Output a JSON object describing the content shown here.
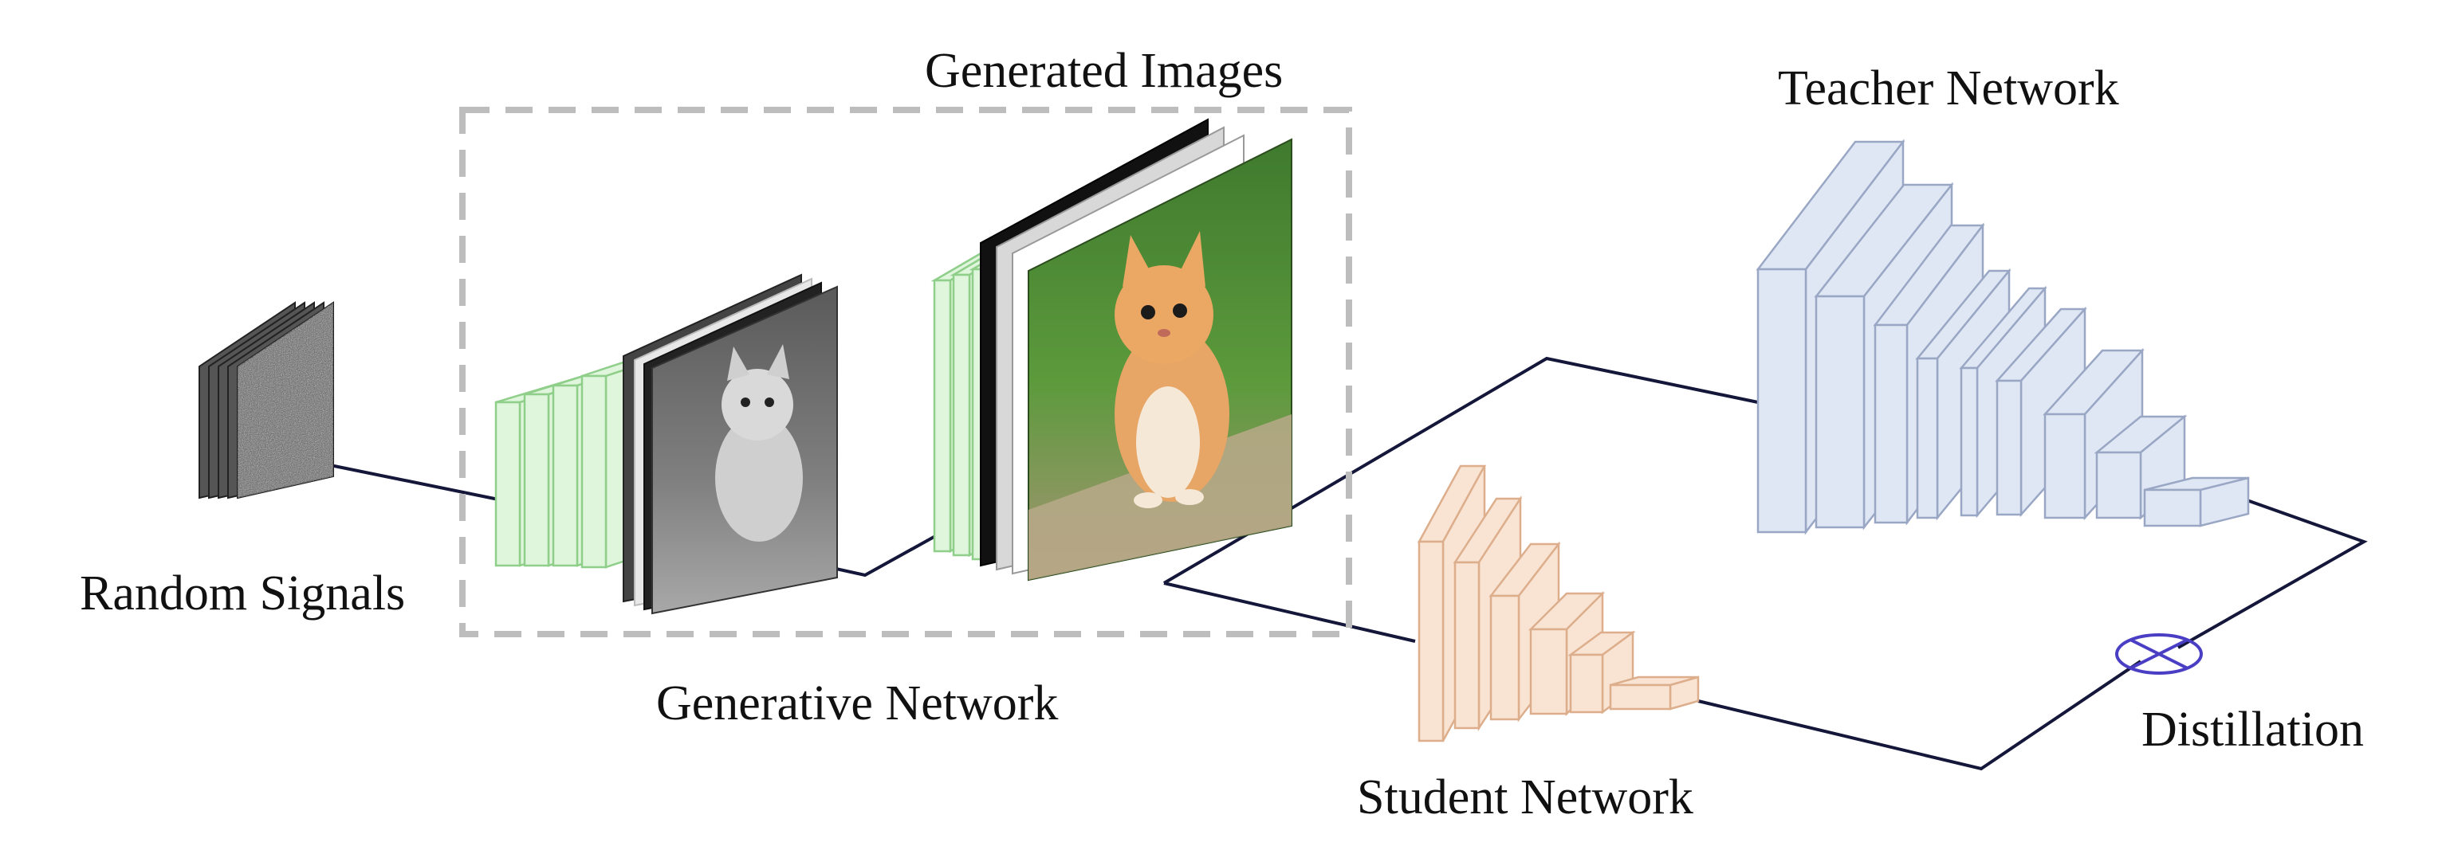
{
  "labels": {
    "random_signals": "Random Signals",
    "generated_images": "Generated Images",
    "generative_network": "Generative Network",
    "teacher_network": "Teacher Network",
    "student_network": "Student Network",
    "distillation": "Distillation"
  },
  "colors": {
    "generator_block": "#dff5dc",
    "generator_edge": "#8fcf8a",
    "teacher_block": "#dfe7f5",
    "teacher_edge": "#9aa7c4",
    "student_block": "#f9e4d4",
    "student_edge": "#dcae8c",
    "connector": "#15173a",
    "dashed_box": "#bdbdbd",
    "distillation_symbol": "#4a3fc4"
  },
  "icons": {
    "distillation": "circle-cross-icon",
    "random_signals": "noise-stack-icon",
    "generated_images": "cat-image-stack-icon"
  }
}
